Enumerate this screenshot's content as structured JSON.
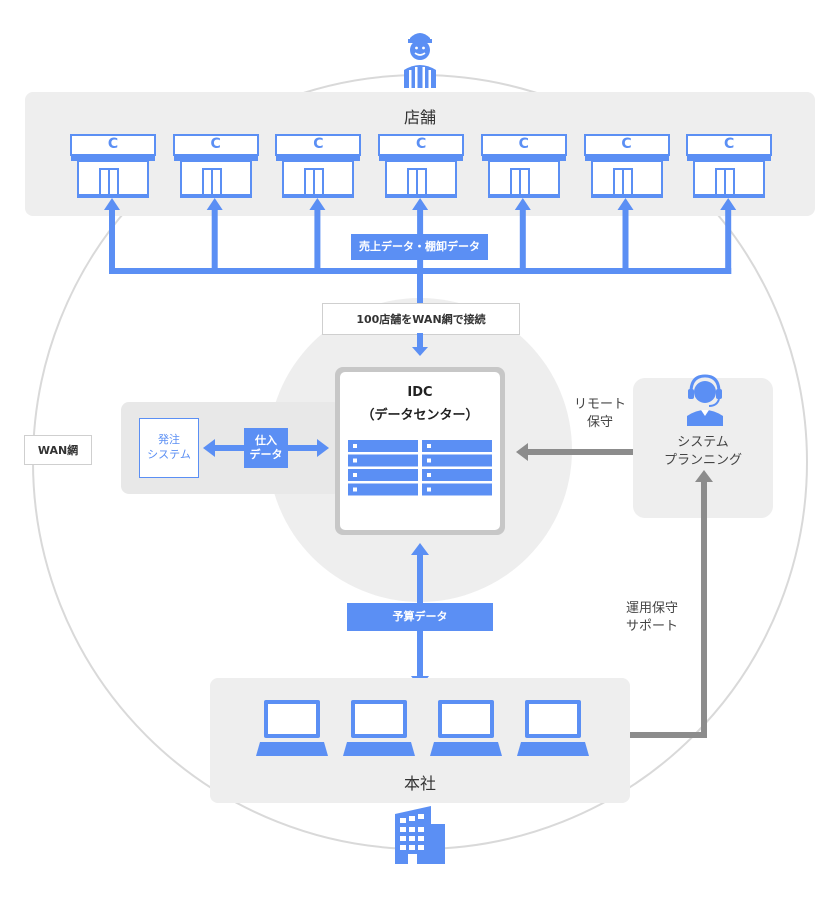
{
  "stores": {
    "title": "店舗",
    "shop_letter": "C",
    "count": 7
  },
  "flows": {
    "sales_inventory": "売上データ・棚卸データ",
    "wan_connection": "100店舗をWAN網で接続",
    "purchase_data": "仕入\nデータ",
    "budget_data": "予算データ",
    "remote_maintenance": "リモート\n保守",
    "operation_support": "運用保守\nサポート"
  },
  "idc": {
    "title": "IDC",
    "subtitle": "（データセンター）"
  },
  "ordering_system": "発注\nシステム",
  "system_planning": "システム\nプランニング",
  "wan_label": "WAN網",
  "headquarters": {
    "title": "本社",
    "laptop_count": 4
  },
  "colors": {
    "accent": "#5b8ff4",
    "grey_arrow": "#8c8c8c",
    "panel": "#eeeeee",
    "circle": "#e6e6e6"
  }
}
